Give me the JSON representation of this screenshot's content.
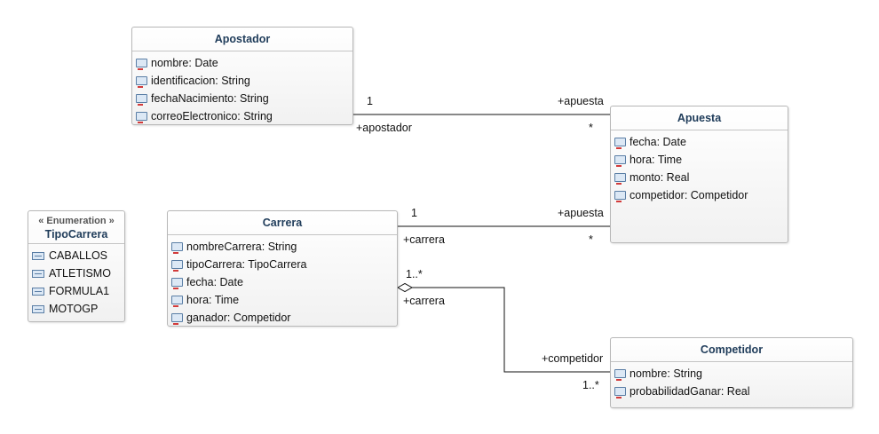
{
  "classes": {
    "apostador": {
      "name": "Apostador",
      "attributes": [
        "nombre: Date",
        "identificacion: String",
        "fechaNacimiento: String",
        "correoElectronico: String"
      ]
    },
    "apuesta": {
      "name": "Apuesta",
      "attributes": [
        "fecha: Date",
        "hora: Time",
        "monto: Real",
        "competidor: Competidor"
      ]
    },
    "carrera": {
      "name": "Carrera",
      "attributes": [
        "nombreCarrera: String",
        "tipoCarrera: TipoCarrera",
        "fecha: Date",
        "hora: Time",
        "ganador: Competidor"
      ]
    },
    "competidor": {
      "name": "Competidor",
      "attributes": [
        "nombre: String",
        "probabilidadGanar: Real"
      ]
    }
  },
  "enumeration": {
    "stereotype": "« Enumeration »",
    "name": "TipoCarrera",
    "literals": [
      "CABALLOS",
      "ATLETISMO",
      "FORMULA1",
      "MOTOGP"
    ]
  },
  "associations": {
    "apostador_apuesta": {
      "source_multiplicity": "1",
      "source_role": "+apostador",
      "target_role": "+apuesta",
      "target_multiplicity": "*"
    },
    "carrera_apuesta": {
      "source_multiplicity": "1",
      "source_role": "+carrera",
      "target_role": "+apuesta",
      "target_multiplicity": "*"
    },
    "carrera_competidor": {
      "kind": "aggregation",
      "source_multiplicity": "1..*",
      "source_role": "+carrera",
      "target_role": "+competidor",
      "target_multiplicity": "1..*"
    }
  }
}
